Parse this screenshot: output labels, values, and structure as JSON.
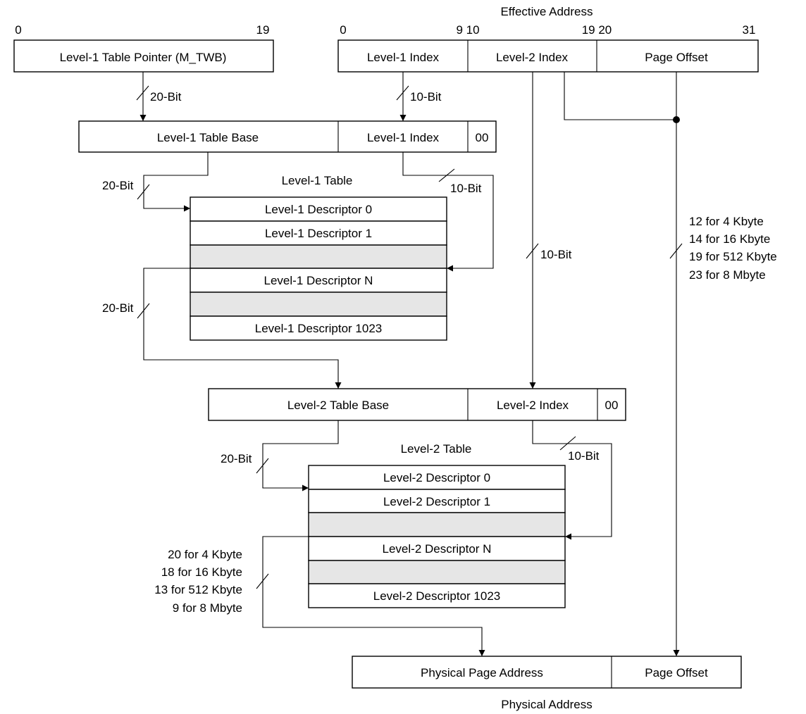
{
  "effective_address": {
    "title": "Effective Address",
    "bit_labels": {
      "b0": "0",
      "b9_10": "9 10",
      "b19_20": "19 20",
      "b31": "31"
    },
    "fields": {
      "l1_index": "Level-1 Index",
      "l2_index": "Level-2 Index",
      "page_offset": "Page Offset"
    }
  },
  "table_pointer": {
    "bit_start": "0",
    "bit_end": "19",
    "label": "Level-1 Table Pointer (M_TWB)"
  },
  "level1_address": {
    "base": "Level-1 Table Base",
    "index": "Level-1 Index",
    "suffix": "00"
  },
  "level1_table": {
    "title": "Level-1 Table",
    "rows": [
      "Level-1 Descriptor 0",
      "Level-1 Descriptor 1",
      "",
      "Level-1 Descriptor N",
      "",
      "Level-1 Descriptor 1023"
    ]
  },
  "level2_address": {
    "base": "Level-2 Table Base",
    "index": "Level-2 Index",
    "suffix": "00"
  },
  "level2_table": {
    "title": "Level-2 Table",
    "rows": [
      "Level-2 Descriptor 0",
      "Level-2 Descriptor 1",
      "",
      "Level-2 Descriptor N",
      "",
      "Level-2 Descriptor 1023"
    ]
  },
  "physical_address": {
    "title": "Physical Address",
    "page": "Physical Page Address",
    "offset": "Page Offset"
  },
  "wire_labels": {
    "ptr_20bit": "20-Bit",
    "idx1_10bit": "10-Bit",
    "base1_20bit": "20-Bit",
    "idx1b_10bit": "10-Bit",
    "desc1_20bit": "20-Bit",
    "idx2_10bit": "10-Bit",
    "base2_20bit": "20-Bit",
    "idx2b_10bit": "10-Bit"
  },
  "offset_sizes": [
    "12 for 4 Kbyte",
    "14 for 16 Kbyte",
    "19 for 512 Kbyte",
    "23 for 8 Mbyte"
  ],
  "page_sizes": [
    "20 for 4 Kbyte",
    "18 for 16 Kbyte",
    "13 for 512 Kbyte",
    "9 for 8 Mbyte"
  ]
}
